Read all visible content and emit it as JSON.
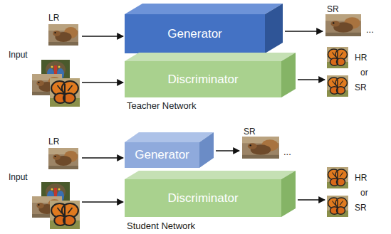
{
  "diagram": {
    "nodes": [
      {
        "text": [
          "LR"
        ]
      },
      {
        "text": [
          "Input"
        ]
      },
      {
        "text": [
          "Generator"
        ]
      },
      {
        "text": [
          "Discriminator"
        ]
      },
      {
        "text": [
          "SR"
        ]
      },
      {
        "text": [
          "HR",
          "or",
          "SR"
        ]
      },
      {
        "text": [
          "LR"
        ]
      },
      {
        "text": [
          "Input"
        ]
      },
      {
        "text": [
          "Generator"
        ]
      },
      {
        "text": [
          "Discriminator"
        ]
      },
      {
        "text": [
          "SR"
        ]
      },
      {
        "text": [
          "HR",
          "or",
          "SR"
        ]
      }
    ],
    "edges": [
      {
        "from": 0,
        "to": 2,
        "arrow": "to"
      },
      {
        "from": 1,
        "to": 3,
        "arrow": "to"
      },
      {
        "from": 2,
        "to": 4,
        "arrow": "to"
      },
      {
        "from": 3,
        "to": 5,
        "arrow": "to"
      },
      {
        "from": 6,
        "to": 8,
        "arrow": "to"
      },
      {
        "from": 7,
        "to": 9,
        "arrow": "to"
      },
      {
        "from": 8,
        "to": 10,
        "arrow": "to"
      },
      {
        "from": 9,
        "to": 11,
        "arrow": "to"
      }
    ],
    "labels": [
      "...",
      "Teacher Network",
      "...",
      "Student Network"
    ]
  }
}
